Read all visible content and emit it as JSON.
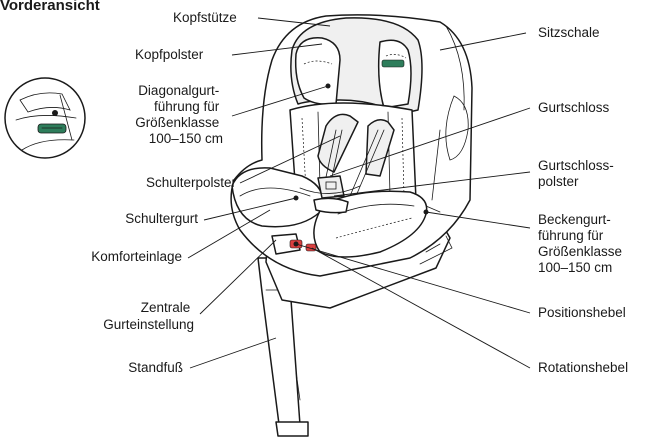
{
  "title": "Vorderansicht",
  "accent_color": "#2e7d5b",
  "lever_color": "#d94040",
  "labels": {
    "kopfstuetze": "Kopfstütze",
    "kopfpolster": "Kopfpolster",
    "diagonalgurt": [
      "Diagonalgurt-",
      "führung für",
      "Größenklasse",
      "100–150 cm"
    ],
    "schulterpolster": "Schulterpolster",
    "schultergurt": "Schultergurt",
    "komforteinlage": "Komforteinlage",
    "zentrale": [
      "Zentrale",
      "Gurteinstellung"
    ],
    "standfuss": "Standfuß",
    "sitzschale": "Sitzschale",
    "gurtschloss": "Gurtschloss",
    "gurtschlosspolster": [
      "Gurtschloss-",
      "polster"
    ],
    "beckengurt": [
      "Beckengurt-",
      "führung für",
      "Größenklasse",
      "100–150 cm"
    ],
    "positionshebel": "Positionshebel",
    "rotationshebel": "Rotationshebel"
  }
}
